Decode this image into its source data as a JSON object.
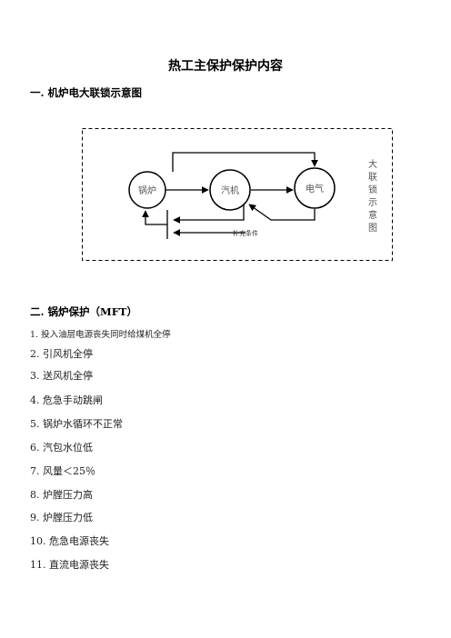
{
  "document": {
    "title": "热工主保护保护内容",
    "section1": {
      "heading": "一. 机炉电大联锁示意图",
      "diagram": {
        "nodes": {
          "boiler": "锅炉",
          "turbine": "汽机",
          "generator": "电气"
        },
        "supplement_label": "补充条件",
        "side_label_chars": [
          "大",
          "联",
          "锁",
          "示",
          "意",
          "图"
        ]
      }
    },
    "section2": {
      "heading": "二.   锅炉保护（MFT）",
      "items": [
        "1. 投入油层电源丧失同时给煤机全停",
        "2. 引风机全停",
        "3.  送风机全停",
        "4. 危急手动跳闸",
        "5. 锅炉水循环不正常",
        "6. 汽包水位低",
        "7. 风量＜25％",
        "8. 炉膛压力高",
        "9. 炉膛压力低",
        "10. 危急电源丧失",
        "11. 直流电源丧失"
      ]
    }
  }
}
